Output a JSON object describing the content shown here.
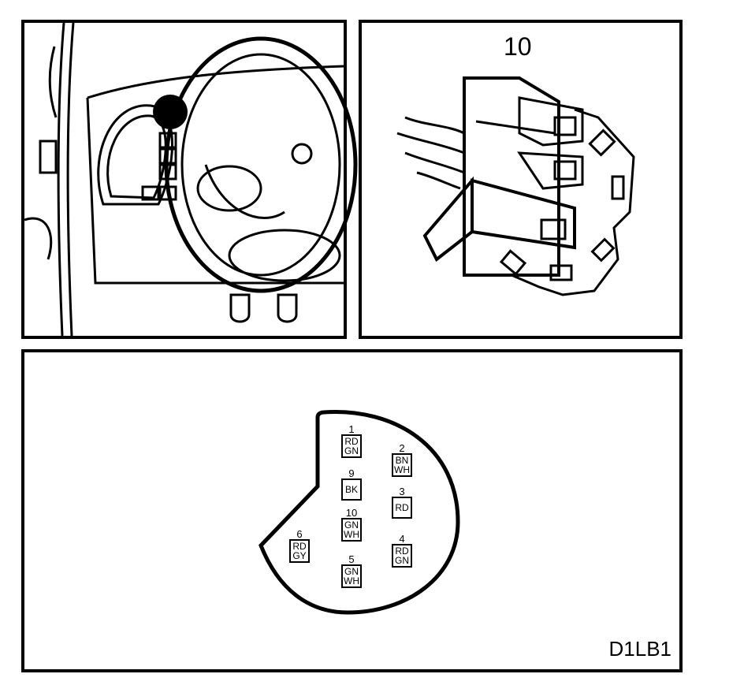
{
  "connector": {
    "number": "10"
  },
  "reference_code": "D1LB1",
  "pins": [
    {
      "number": "1",
      "colors": [
        "RD",
        "GN"
      ]
    },
    {
      "number": "2",
      "colors": [
        "BN",
        "WH"
      ]
    },
    {
      "number": "9",
      "colors": [
        "BK"
      ]
    },
    {
      "number": "3",
      "colors": [
        "RD"
      ]
    },
    {
      "number": "10",
      "colors": [
        "GN",
        "WH"
      ]
    },
    {
      "number": "6",
      "colors": [
        "RD",
        "GY"
      ]
    },
    {
      "number": "4",
      "colors": [
        "RD",
        "GN"
      ]
    },
    {
      "number": "5",
      "colors": [
        "GN",
        "WH"
      ]
    }
  ]
}
